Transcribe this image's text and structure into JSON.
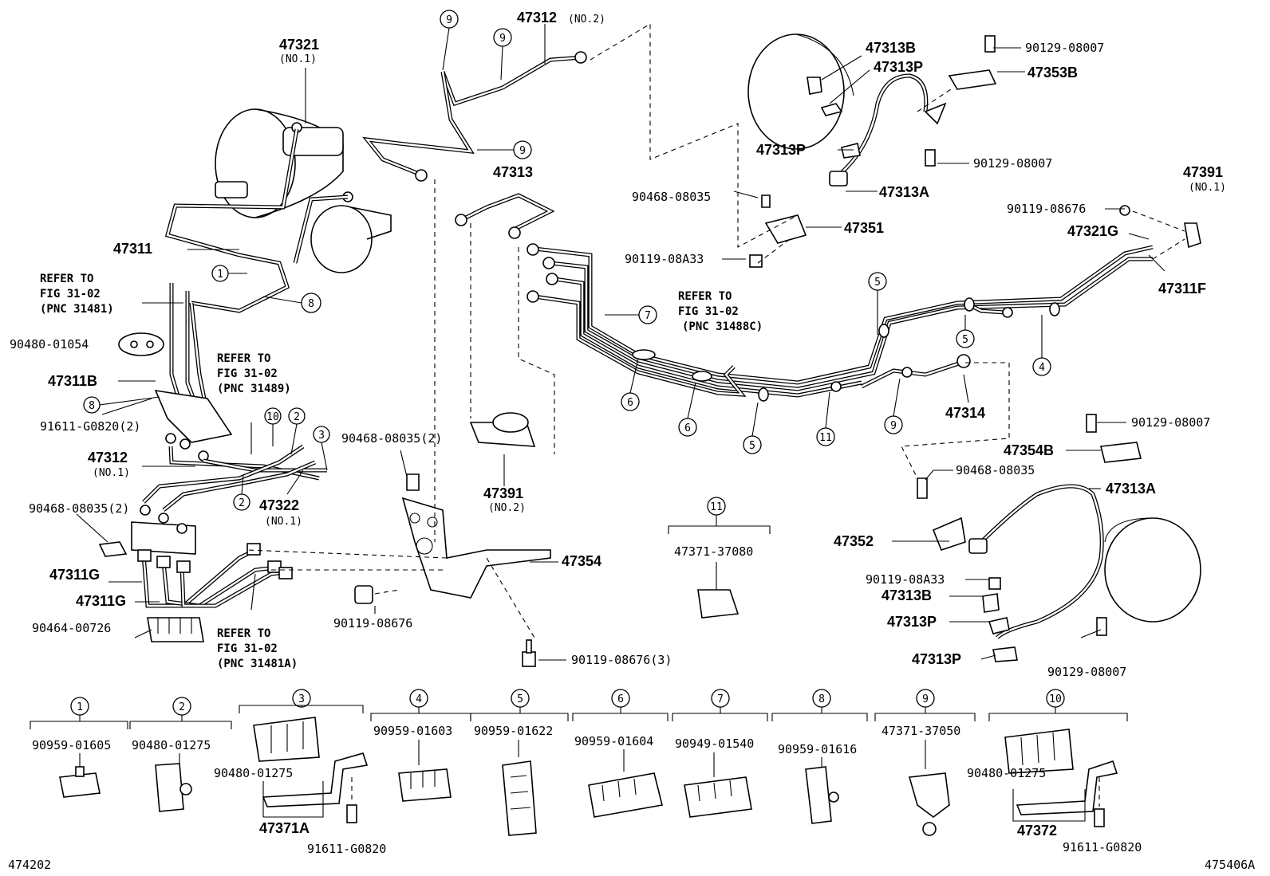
{
  "diagram": {
    "corner_left": "474202",
    "corner_right": "475406A",
    "labels": {
      "p47321": "47321",
      "p47321_sub": "(NO.1)",
      "p47312_top": "47312",
      "p47312_top_sub": "(NO.2)",
      "p47313": "47313",
      "p47311": "47311",
      "refer1_a": "REFER TO",
      "refer1_b": "FIG 31-02",
      "refer1_c": "(PNC 31481)",
      "p90480_01054": "90480-01054",
      "p47311B": "47311B",
      "p91611_G0820_2": "91611-G0820(2)",
      "refer2_a": "REFER TO",
      "refer2_b": "FIG 31-02",
      "refer2_c": "(PNC 31489)",
      "p47312_left": "47312",
      "p47312_left_sub": "(NO.1)",
      "p47322": "47322",
      "p47322_sub": "(NO.1)",
      "p90468_08035_2_left": "90468-08035(2)",
      "p47311G_a": "47311G",
      "p47311G_b": "47311G",
      "p90464_00726": "90464-00726",
      "refer3_a": "REFER TO",
      "refer3_b": "FIG 31-02",
      "refer3_c": "(PNC 31481A)",
      "p90468_08035_2_mid": "90468-08035(2)",
      "p90119_08676_mid": "90119-08676",
      "p47391_no2": "47391",
      "p47391_no2_sub": "(NO.2)",
      "p47354": "47354",
      "p90119_08676_3": "90119-08676(3)",
      "refer4_a": "REFER TO",
      "refer4_b": "FIG 31-02",
      "refer4_c": "(PNC 31488C)",
      "p47371_37080": "47371-37080",
      "p47313B_top": "47313B",
      "p47313P_top1": "47313P",
      "p47313P_top2": "47313P",
      "p90468_08035_top": "90468-08035",
      "p90119_08A33_top": "90119-08A33",
      "p47351": "47351",
      "p47313A_top": "47313A",
      "p90129_08007_a": "90129-08007",
      "p47353B": "47353B",
      "p90129_08007_b": "90129-08007",
      "p47391_no1": "47391",
      "p47391_no1_sub": "(NO.1)",
      "p90119_08676_right": "90119-08676",
      "p47321G": "47321G",
      "p47311F": "47311F",
      "p47314": "47314",
      "p90129_08007_c": "90129-08007",
      "p47354B": "47354B",
      "p90468_08035_right": "90468-08035",
      "p47313A_bottom": "47313A",
      "p47352": "47352",
      "p90119_08A33_bottom": "90119-08A33",
      "p47313B_bottom": "47313B",
      "p47313P_bottom1": "47313P",
      "p47313P_bottom2": "47313P",
      "p90129_08007_d": "90129-08007"
    },
    "callouts": {
      "c1": "1",
      "c2a": "2",
      "c2b": "2",
      "c3": "3",
      "c4": "4",
      "c5a": "5",
      "c5b": "5",
      "c5c": "5",
      "c6a": "6",
      "c6b": "6",
      "c7": "7",
      "c8a": "8",
      "c8b": "8",
      "c9a": "9",
      "c9b": "9",
      "c9c": "9",
      "c9d": "9",
      "c10": "10",
      "c11a": "11",
      "c11b": "11"
    },
    "legend": [
      {
        "num": "1",
        "part": "90959-01605"
      },
      {
        "num": "2",
        "part": "90480-01275"
      },
      {
        "num": "3",
        "part": "90480-01275",
        "extra1": "47371A",
        "extra2": "91611-G0820"
      },
      {
        "num": "4",
        "part": "90959-01603"
      },
      {
        "num": "5",
        "part": "90959-01622"
      },
      {
        "num": "6",
        "part": "90959-01604"
      },
      {
        "num": "7",
        "part": "90949-01540"
      },
      {
        "num": "8",
        "part": "90959-01616"
      },
      {
        "num": "9",
        "part": "47371-37050"
      },
      {
        "num": "10",
        "part": "90480-01275",
        "extra1": "47372",
        "extra2": "91611-G0820"
      }
    ]
  }
}
